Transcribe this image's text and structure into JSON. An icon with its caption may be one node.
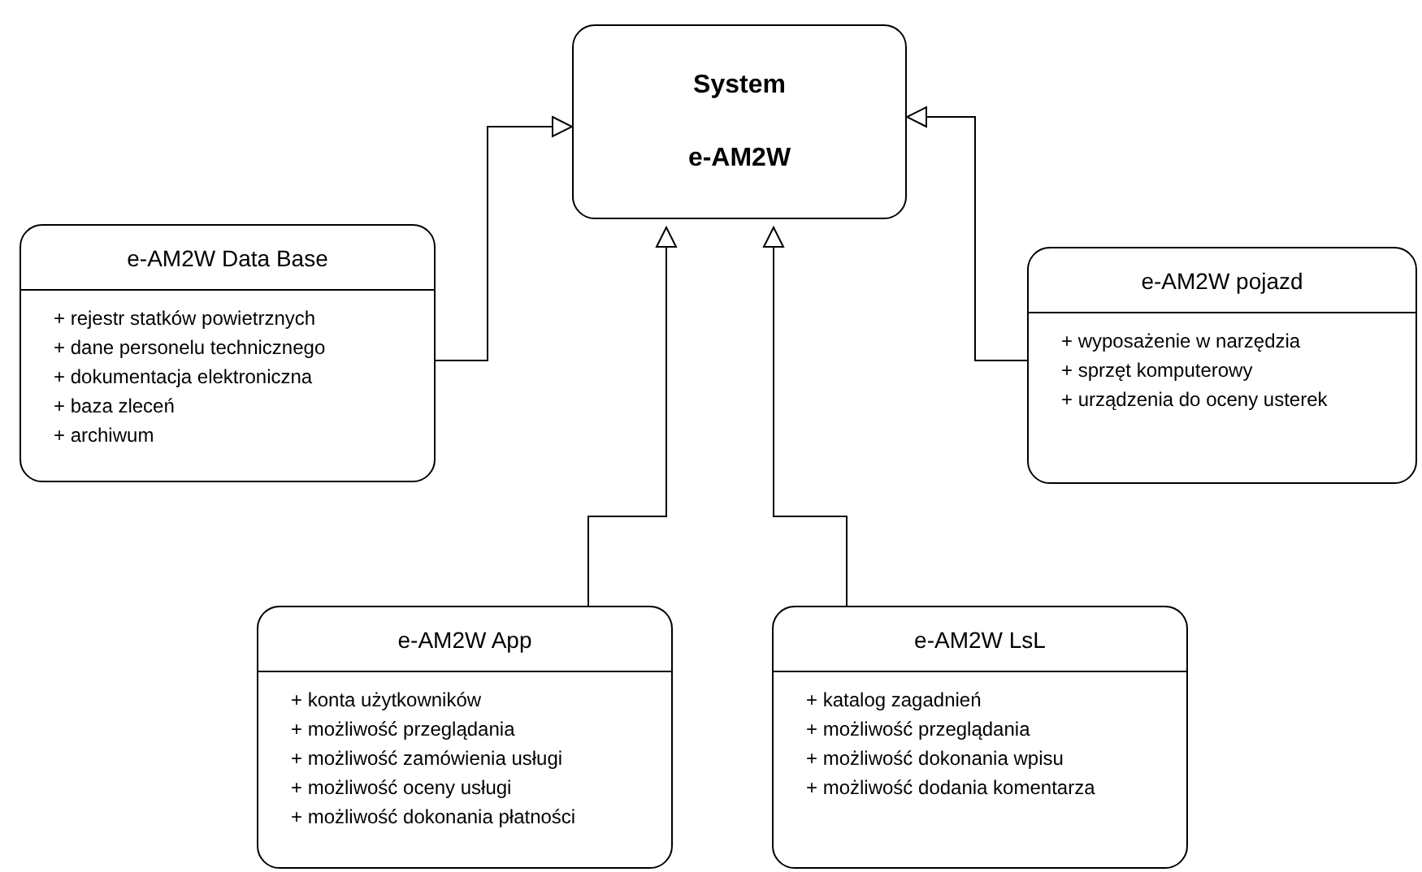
{
  "diagram": {
    "nodes": [
      {
        "text": [
          "System",
          "e-AM2W"
        ]
      },
      {
        "text": [
          "e-AM2W Data Base",
          "+ rejestr statków powietrznych",
          "+ dane personelu technicznego",
          "+ dokumentacja elektroniczna",
          "+ baza zleceń",
          "+ archiwum"
        ]
      },
      {
        "text": [
          "e-AM2W pojazd",
          "+ wyposażenie w narzędzia",
          "+ sprzęt komputerowy",
          "+ urządzenia do oceny usterek"
        ]
      },
      {
        "text": [
          "e-AM2W App",
          "+ konta użytkowników",
          "+ możliwość przeglądania",
          "+ możliwość zamówienia usługi",
          "+ możliwość oceny usługi",
          "+ możliwość dokonania płatności"
        ]
      },
      {
        "text": [
          "e-AM2W LsL",
          "+ katalog zagadnień",
          "+ możliwość przeglądania",
          "+ możliwość dokonania wpisu",
          "+ możliwość dodania komentarza"
        ]
      }
    ],
    "edges": [
      {
        "from": 1,
        "to": 0,
        "arrow": "to"
      },
      {
        "from": 2,
        "to": 0,
        "arrow": "to"
      },
      {
        "from": 3,
        "to": 0,
        "arrow": "to"
      },
      {
        "from": 4,
        "to": 0,
        "arrow": "to"
      }
    ]
  }
}
